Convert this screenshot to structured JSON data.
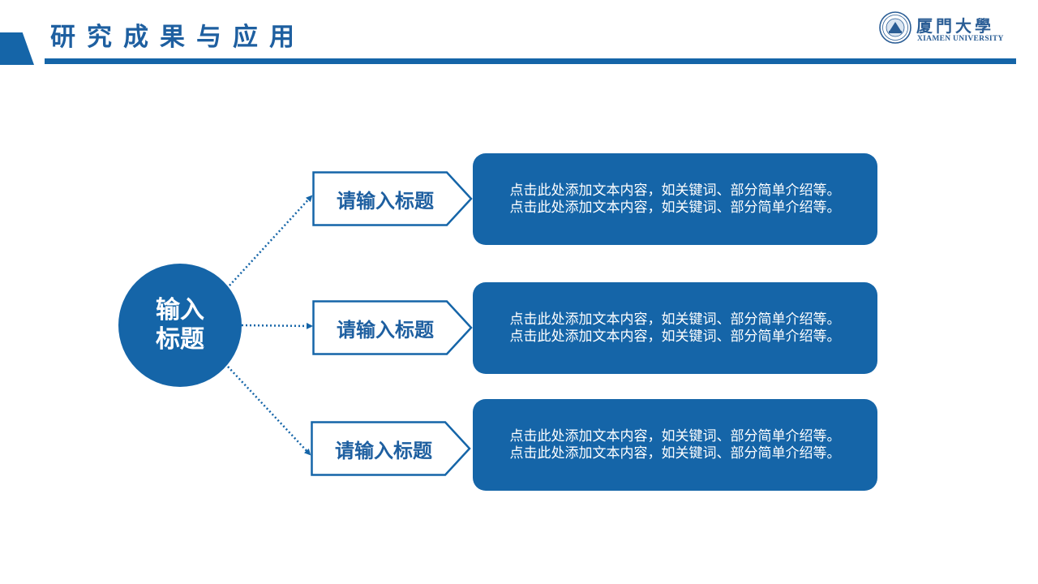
{
  "header": {
    "title": "研究成果与应用",
    "logo_cn": "厦門大學",
    "logo_en": "XIAMEN UNIVERSITY"
  },
  "colors": {
    "primary": "#1565a8",
    "title_text": "#1e5fa0",
    "background": "#ffffff",
    "text_on_primary": "#ffffff"
  },
  "hub": {
    "label": "输入标题"
  },
  "branches": [
    {
      "title": "请输入标题",
      "lines": [
        "点击此处添加文本内容，如关键词、部分简单介绍等。",
        "点击此处添加文本内容，如关键词、部分简单介绍等。"
      ]
    },
    {
      "title": "请输入标题",
      "lines": [
        "点击此处添加文本内容，如关键词、部分简单介绍等。",
        "点击此处添加文本内容，如关键词、部分简单介绍等。"
      ]
    },
    {
      "title": "请输入标题",
      "lines": [
        "点击此处添加文本内容，如关键词、部分简单介绍等。",
        "点击此处添加文本内容，如关键词、部分简单介绍等。"
      ]
    }
  ]
}
